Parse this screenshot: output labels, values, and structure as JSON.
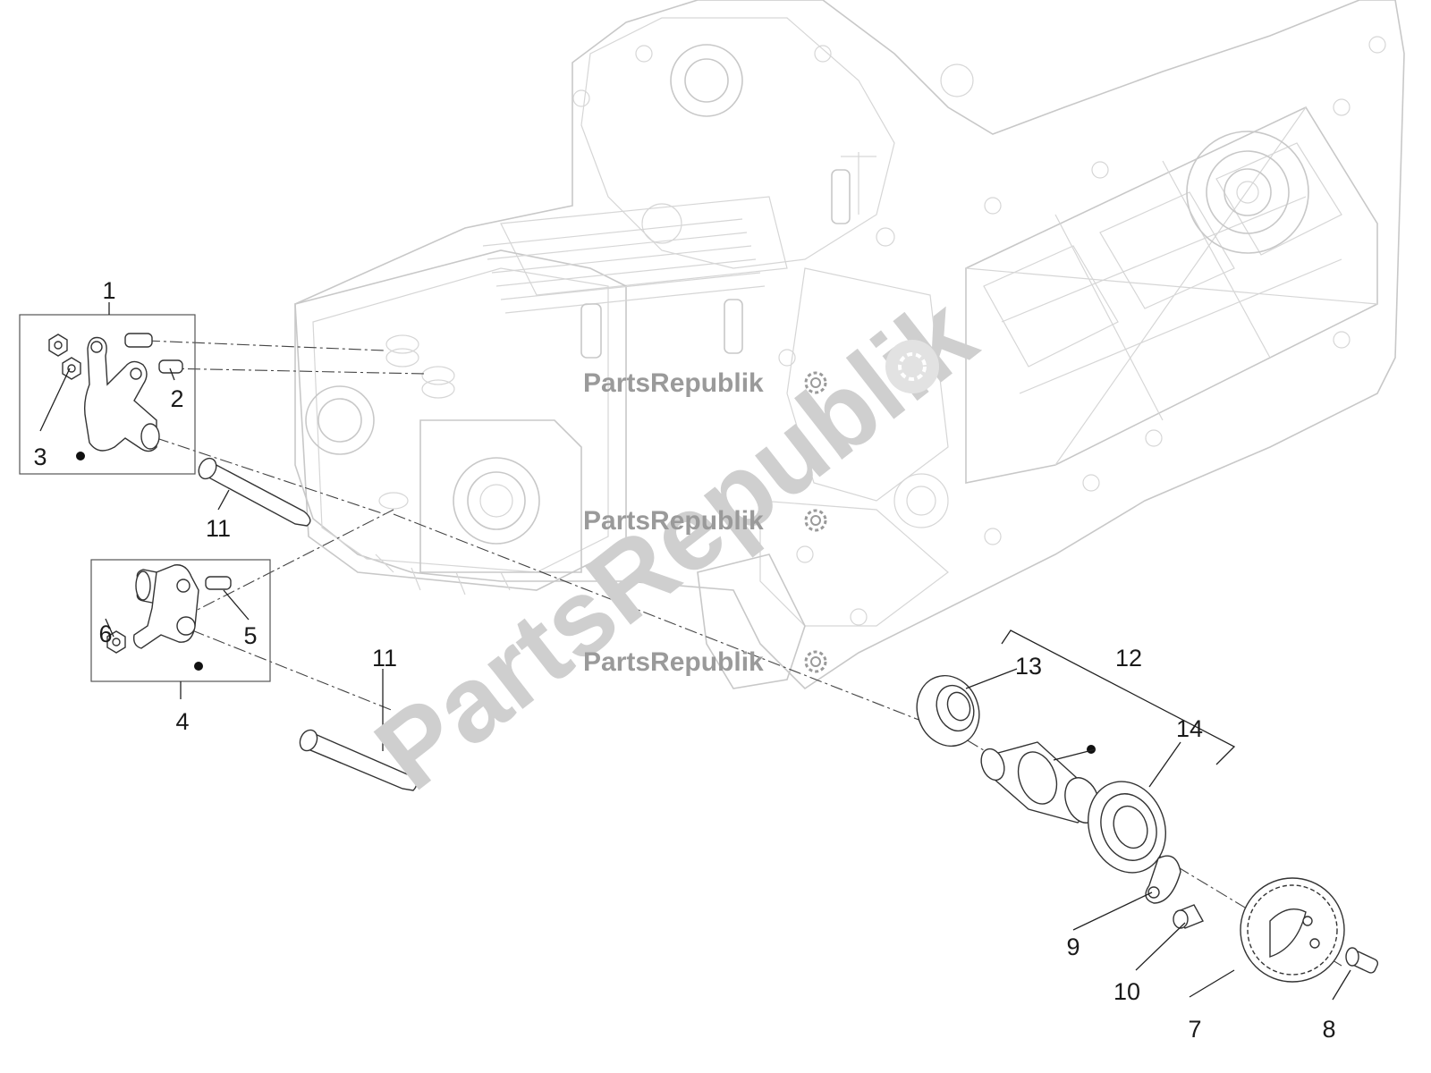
{
  "diagram": {
    "callouts": {
      "c1": "1",
      "c2": "2",
      "c3": "3",
      "c4": "4",
      "c5": "5",
      "c6": "6",
      "c7": "7",
      "c8": "8",
      "c9": "9",
      "c10": "10",
      "c11a": "11",
      "c11b": "11",
      "c12": "12",
      "c13": "13",
      "c14": "14"
    },
    "watermarks": {
      "small_1": "PartsRepublik",
      "small_2": "PartsRepublik",
      "small_3": "PartsRepublik",
      "big": "PartsRepublik"
    }
  },
  "colors": {
    "ink": "#1a1a1a",
    "ghost_line": "#c8c8c8",
    "watermark": "#9a9a9a"
  },
  "icons": [
    "gear-icon"
  ]
}
